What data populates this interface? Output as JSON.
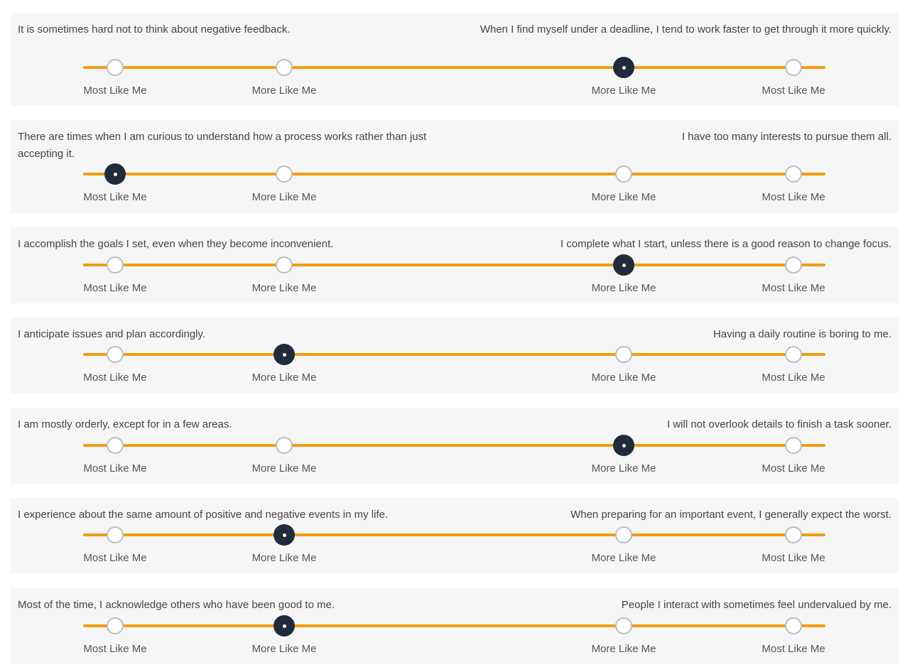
{
  "colors": {
    "track": "#f29c12",
    "selected": "#202b3b",
    "panel": "#f6f6f6",
    "unselected_border": "#bdbdbd"
  },
  "scale_labels": [
    "Most Like Me",
    "More Like Me",
    "More Like Me",
    "Most Like Me"
  ],
  "items": [
    {
      "left": "It is sometimes hard not to think about negative feedback.",
      "right": "When I find myself under a deadline, I tend to work faster to get through it more quickly.",
      "selected": 2
    },
    {
      "left": "There are times when I am curious to understand how a process works rather than just accepting it.",
      "right": "I have too many interests to pursue them all.",
      "selected": 0
    },
    {
      "left": "I accomplish the goals I set, even when they become inconvenient.",
      "right": "I complete what I start, unless there is a good reason to change focus.",
      "selected": 2
    },
    {
      "left": "I anticipate issues and plan accordingly.",
      "right": "Having a daily routine is boring to me.",
      "selected": 1
    },
    {
      "left": "I am mostly orderly, except for in a few areas.",
      "right": "I will not overlook details to finish a task sooner.",
      "selected": 2
    },
    {
      "left": "I experience about the same amount of positive and negative events in my life.",
      "right": "When preparing for an important event, I generally expect the worst.",
      "selected": 1
    },
    {
      "left": "Most of the time, I acknowledge others who have been good to me.",
      "right": "People I interact with sometimes feel undervalued by me.",
      "selected": 1
    }
  ]
}
